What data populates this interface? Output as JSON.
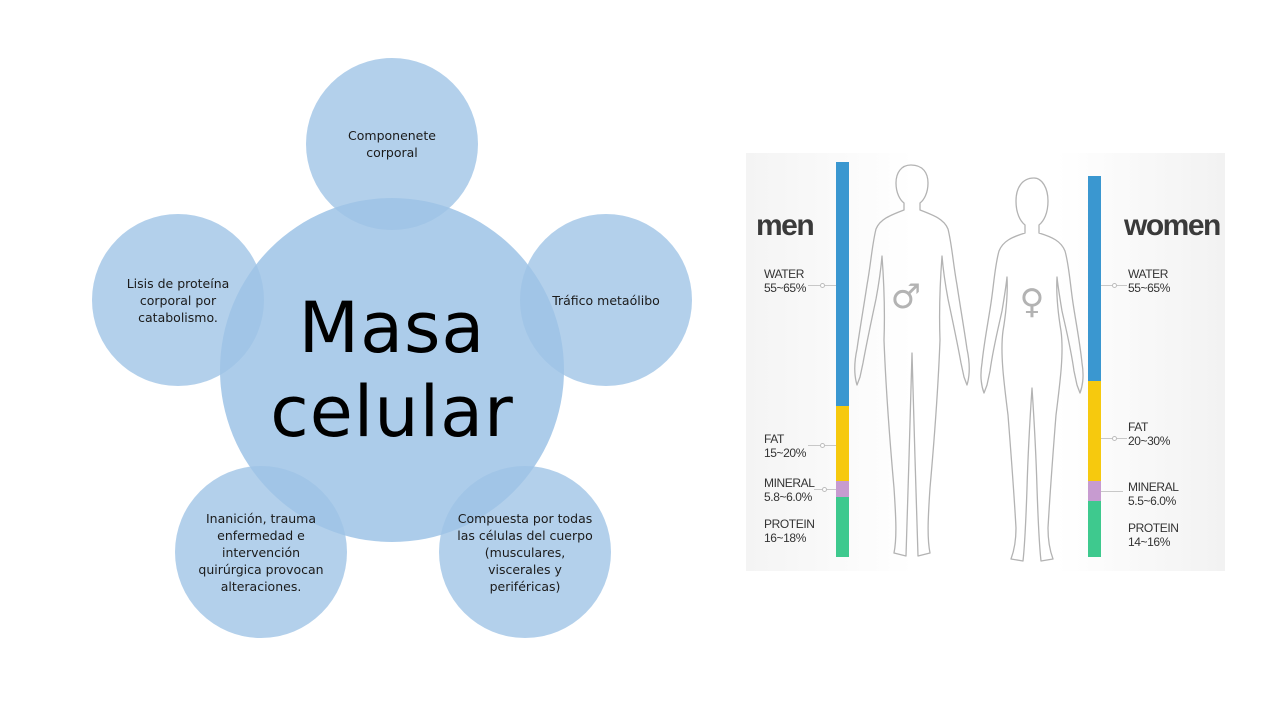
{
  "diagram": {
    "center": "Masa\ncelular",
    "satellites": {
      "top": "Componenete corporal",
      "right": "Tráfico metaólibo",
      "bottom_right": "Compuesta por todas las células del cuerpo (musculares, viscerales y periféricas)",
      "bottom_left": "Inanición, trauma enfermedad e intervención quirúrgica provocan alteraciones.",
      "left": "Lisis de proteína corporal por catabolismo."
    },
    "colors": {
      "circle_fill": "#9ec3e6"
    }
  },
  "infographic": {
    "men": {
      "heading": "men",
      "water_label": "WATER",
      "water_value": "55~65%",
      "fat_label": "FAT",
      "fat_value": "15~20%",
      "mineral_label": "MINERAL",
      "mineral_value": "5.8~6.0%",
      "protein_label": "PROTEIN",
      "protein_value": "16~18%"
    },
    "women": {
      "heading": "women",
      "water_label": "WATER",
      "water_value": "55~65%",
      "fat_label": "FAT",
      "fat_value": "20~30%",
      "mineral_label": "MINERAL",
      "mineral_value": "5.5~6.0%",
      "protein_label": "PROTEIN",
      "protein_value": "14~16%"
    },
    "icons": {
      "male_symbol": "♂",
      "female_symbol": "♀"
    },
    "colors": {
      "water": "#3a97d0",
      "fat": "#f6c90e",
      "mineral": "#c79bd0",
      "protein": "#3ec98e"
    }
  }
}
